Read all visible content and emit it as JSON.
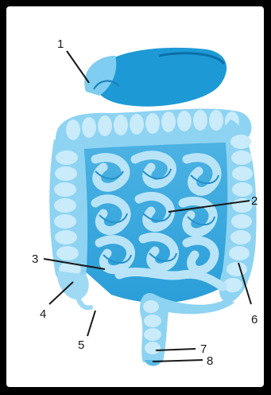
{
  "labels": {
    "l1": "1",
    "l2": "2",
    "l3": "3",
    "l4": "4",
    "l5": "5",
    "l6": "6",
    "l7": "7",
    "l8": "8"
  },
  "colors": {
    "background": "#000000",
    "panel": "#ffffff",
    "organ_dark": "#0f8fcf",
    "organ_mid": "#59bce8",
    "organ_light": "#bfe6f8",
    "stomach": "#1d9ad6"
  }
}
